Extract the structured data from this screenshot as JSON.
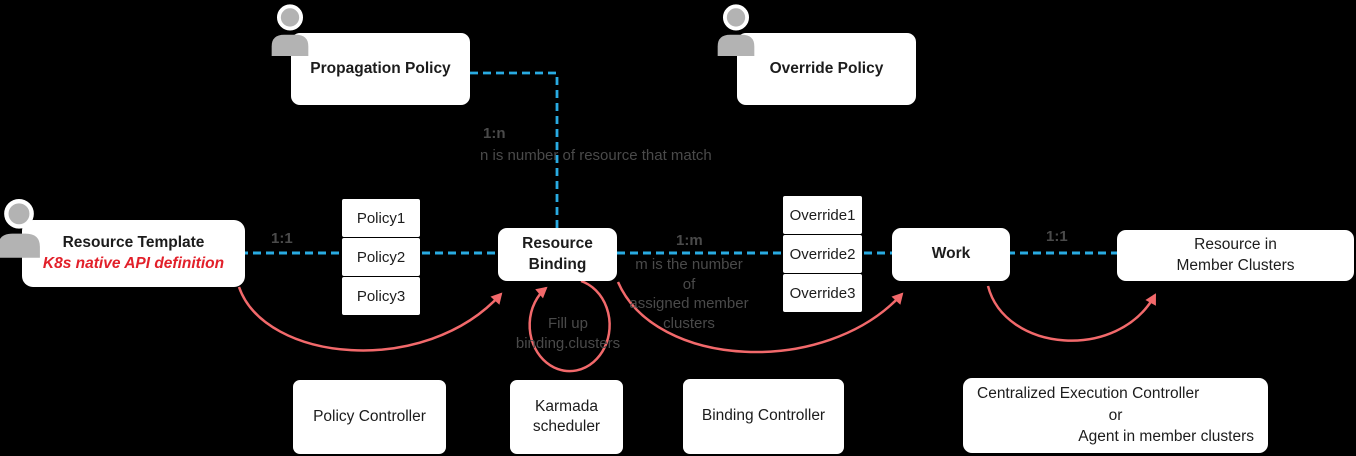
{
  "colors": {
    "background": "#000000",
    "box_background": "#ffffff",
    "box_text": "#1c1c1c",
    "dashed_connector": "#29abe2",
    "arrow": "#f2696b",
    "subtitle_red": "#e2202a",
    "person_gray": "#b3b3b3",
    "note_gray": "#4a4a4a"
  },
  "nodes": {
    "propagation_policy": "Propagation Policy",
    "override_policy": "Override Policy",
    "resource_template_title": "Resource Template",
    "resource_template_subtitle": "K8s native API definition",
    "policies": [
      "Policy1",
      "Policy2",
      "Policy3"
    ],
    "resource_binding": [
      "Resource",
      "Binding"
    ],
    "overrides": [
      "Override1",
      "Override2",
      "Override3"
    ],
    "work": "Work",
    "resource_in_member_clusters": [
      "Resource in",
      "Member Clusters"
    ],
    "policy_controller": "Policy Controller",
    "karmada_scheduler": [
      "Karmada",
      "scheduler"
    ],
    "binding_controller": "Binding Controller",
    "execution_controller": [
      "Centralized Execution Controller",
      "or",
      "Agent in member clusters"
    ]
  },
  "edge_labels": {
    "template_to_binding_ratio": "1:1",
    "propagation_to_binding_ratio": "1:n",
    "propagation_note": "n is number of resource that match",
    "binding_to_work_ratio": "1:m",
    "binding_note": [
      "m is the number of",
      "assigned member",
      "clusters"
    ],
    "scheduler_note": [
      "Fill up",
      "binding.clusters"
    ],
    "work_to_member_ratio": "1:1"
  }
}
